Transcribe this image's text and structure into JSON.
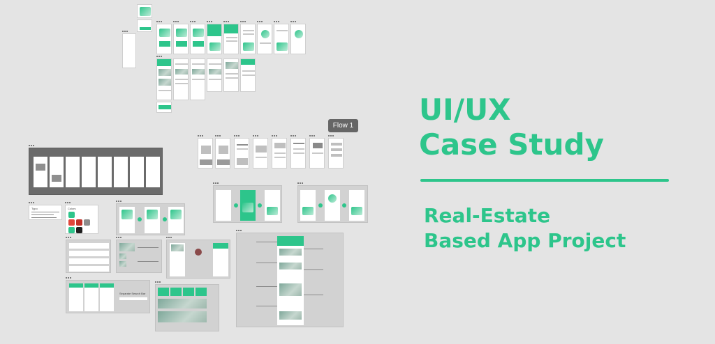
{
  "canvas": {
    "flow_label": "Flow 1",
    "background_color": "#e4e4e4",
    "accent_color": "#2dc58b"
  },
  "hero": {
    "title_line1": "UI/UX",
    "title_line2": "Case Study",
    "subtitle_line1": "Real-Estate",
    "subtitle_line2": "Based App Project"
  },
  "mockups": {
    "typography_label": "Typo",
    "colors_label": "Colors",
    "search_component_label": "Separate Search Bar"
  }
}
